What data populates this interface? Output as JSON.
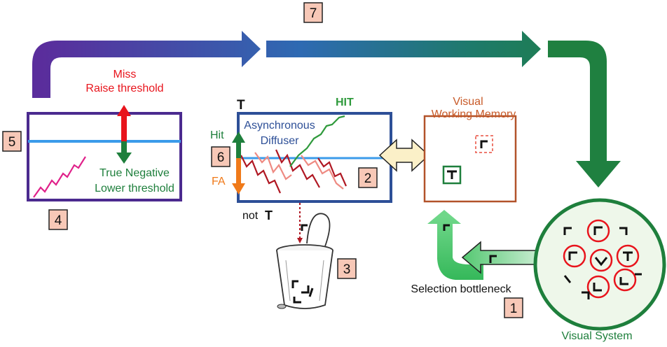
{
  "labels": {
    "miss_line1": "Miss",
    "miss_line2": "Raise threshold",
    "tn_line1": "True Negative",
    "tn_line2": "Lower threshold",
    "t_top": "T",
    "hit_trace_label": "HIT",
    "hit": "Hit",
    "fa": "FA",
    "diffuser_line1": "Asynchronous",
    "diffuser_line2": "Diffuser",
    "not_prefix": "not",
    "not_glyph": "T",
    "vwm_line1": "Visual",
    "vwm_line2": "Working Memory",
    "selection_bottleneck": "Selection bottleneck",
    "visual_system": "Visual System"
  },
  "steps": [
    "1",
    "2",
    "3",
    "4",
    "5",
    "6",
    "7"
  ],
  "colors": {
    "purple": "#5b2a9b",
    "blue": "#2a64b0",
    "green": "#1e7f3c",
    "red": "#e8141c",
    "orange": "#f07a1a",
    "navy": "#2d4f97",
    "brown": "#b2532a",
    "badge_fill": "#f7c8b7",
    "pink_trace": "#e0218a",
    "dark_red_trace": "#b01823",
    "light_red_trace": "#ee8a82",
    "hit_trace": "#2f9a3c",
    "light_blue_line": "#3b9bea"
  }
}
